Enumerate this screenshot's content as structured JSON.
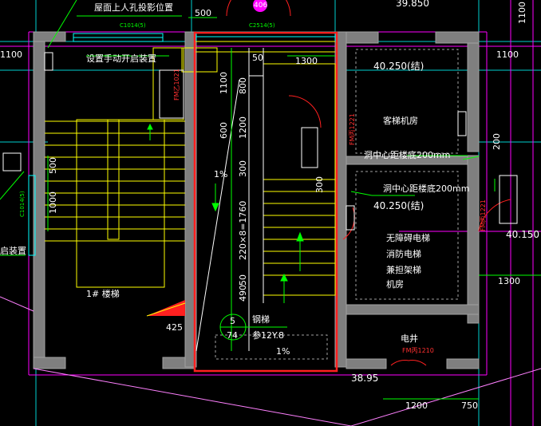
{
  "annotations": {
    "roof_access": "屋面上人孔投影位置",
    "manual_opener": "设置手动开启装置",
    "manual_opener_left": "启装置",
    "stair_label": "1# 楼梯",
    "elevator_machine_room": "客梯机房",
    "hole_center_left": "洞中心距楼底200mm",
    "hole_center_right": "洞中心距楼底200mm",
    "room_line1": "无障碍电梯",
    "room_line2": "消防电梯",
    "room_line3": "兼担架梯",
    "room_line4": "机房",
    "steel_stair": "钢梯",
    "steel_ref": "参12Y.8",
    "detail_top": "5",
    "detail_bottom": "74",
    "shaft": "电井",
    "badge": "406"
  },
  "windows": {
    "c1014_top": "C1014(5)",
    "c2514": "C2514(5)",
    "c1014_left": "C1014(5)"
  },
  "doors": {
    "fm_left": "FM乙1021",
    "fm_machine": "FM丙1221",
    "fm_right": "FM丙1221",
    "fm_shaft": "FM丙1210"
  },
  "levels": {
    "top_right": "39.850",
    "room_upper": "40.250(结)",
    "room_lower": "40.250(结)",
    "right_side": "40.150",
    "bottom": "38.95"
  },
  "dimensions": {
    "d500": "500",
    "d1100_left": "1100",
    "d1100_right": "1100",
    "d1100_vert": "1100",
    "d1100_far_right": "1100",
    "d50": "50",
    "d1300": "1300",
    "d800": "800",
    "d600": "600",
    "d1200": "1200",
    "d300": "300",
    "d300_right": "300",
    "d200": "200",
    "d500_left": "500",
    "d1000": "1000",
    "stair_run": "220×8=1760",
    "d490": "490",
    "d50b": "50",
    "d425": "425",
    "d1300_right": "1300",
    "d1200_bottom": "1200",
    "d750": "750",
    "slope1": "1%",
    "slope2": "1%"
  }
}
